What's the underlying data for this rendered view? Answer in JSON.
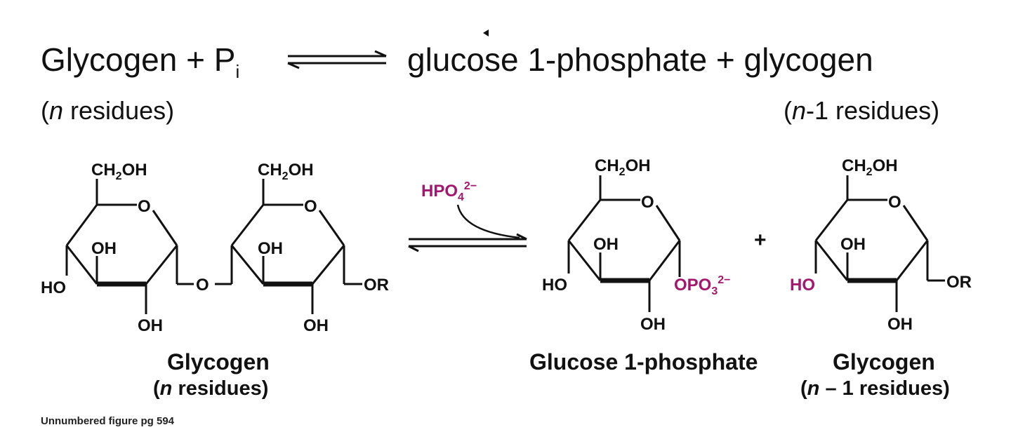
{
  "equation": {
    "left_term": "Glycogen + P",
    "pi_subscript": "i",
    "right_term": "glucose 1-phosphate + glycogen",
    "left_residues_italic": "n",
    "left_residues_rest": " residues)",
    "right_residues_italic": "n",
    "right_residues_rest": "-1 residues)"
  },
  "structures": {
    "ch2oh": "CH",
    "ch2oh_sub": "2",
    "ch2oh_end": "OH",
    "ring_o": "O",
    "oh": "OH",
    "ho": "HO",
    "bridge_o": "O",
    "or": "OR",
    "hpo4": "HPO",
    "hpo4_sub": "4",
    "hpo4_sup": "2−",
    "opo3": "OPO",
    "opo3_sub": "3",
    "opo3_sup": "2−",
    "plus": "+"
  },
  "captions": {
    "glycogen_name": "Glycogen",
    "glycogen_res_italic": "n",
    "glycogen_res_rest": " residues)",
    "g1p_name": "Glucose 1-phosphate",
    "glycogen2_name": "Glycogen",
    "glycogen2_res_italic": "n",
    "glycogen2_res_rest": " – 1 residues)"
  },
  "credit": "Unnumbered figure pg 594",
  "colors": {
    "accent_magenta": "#a3186e",
    "text": "#111111"
  }
}
